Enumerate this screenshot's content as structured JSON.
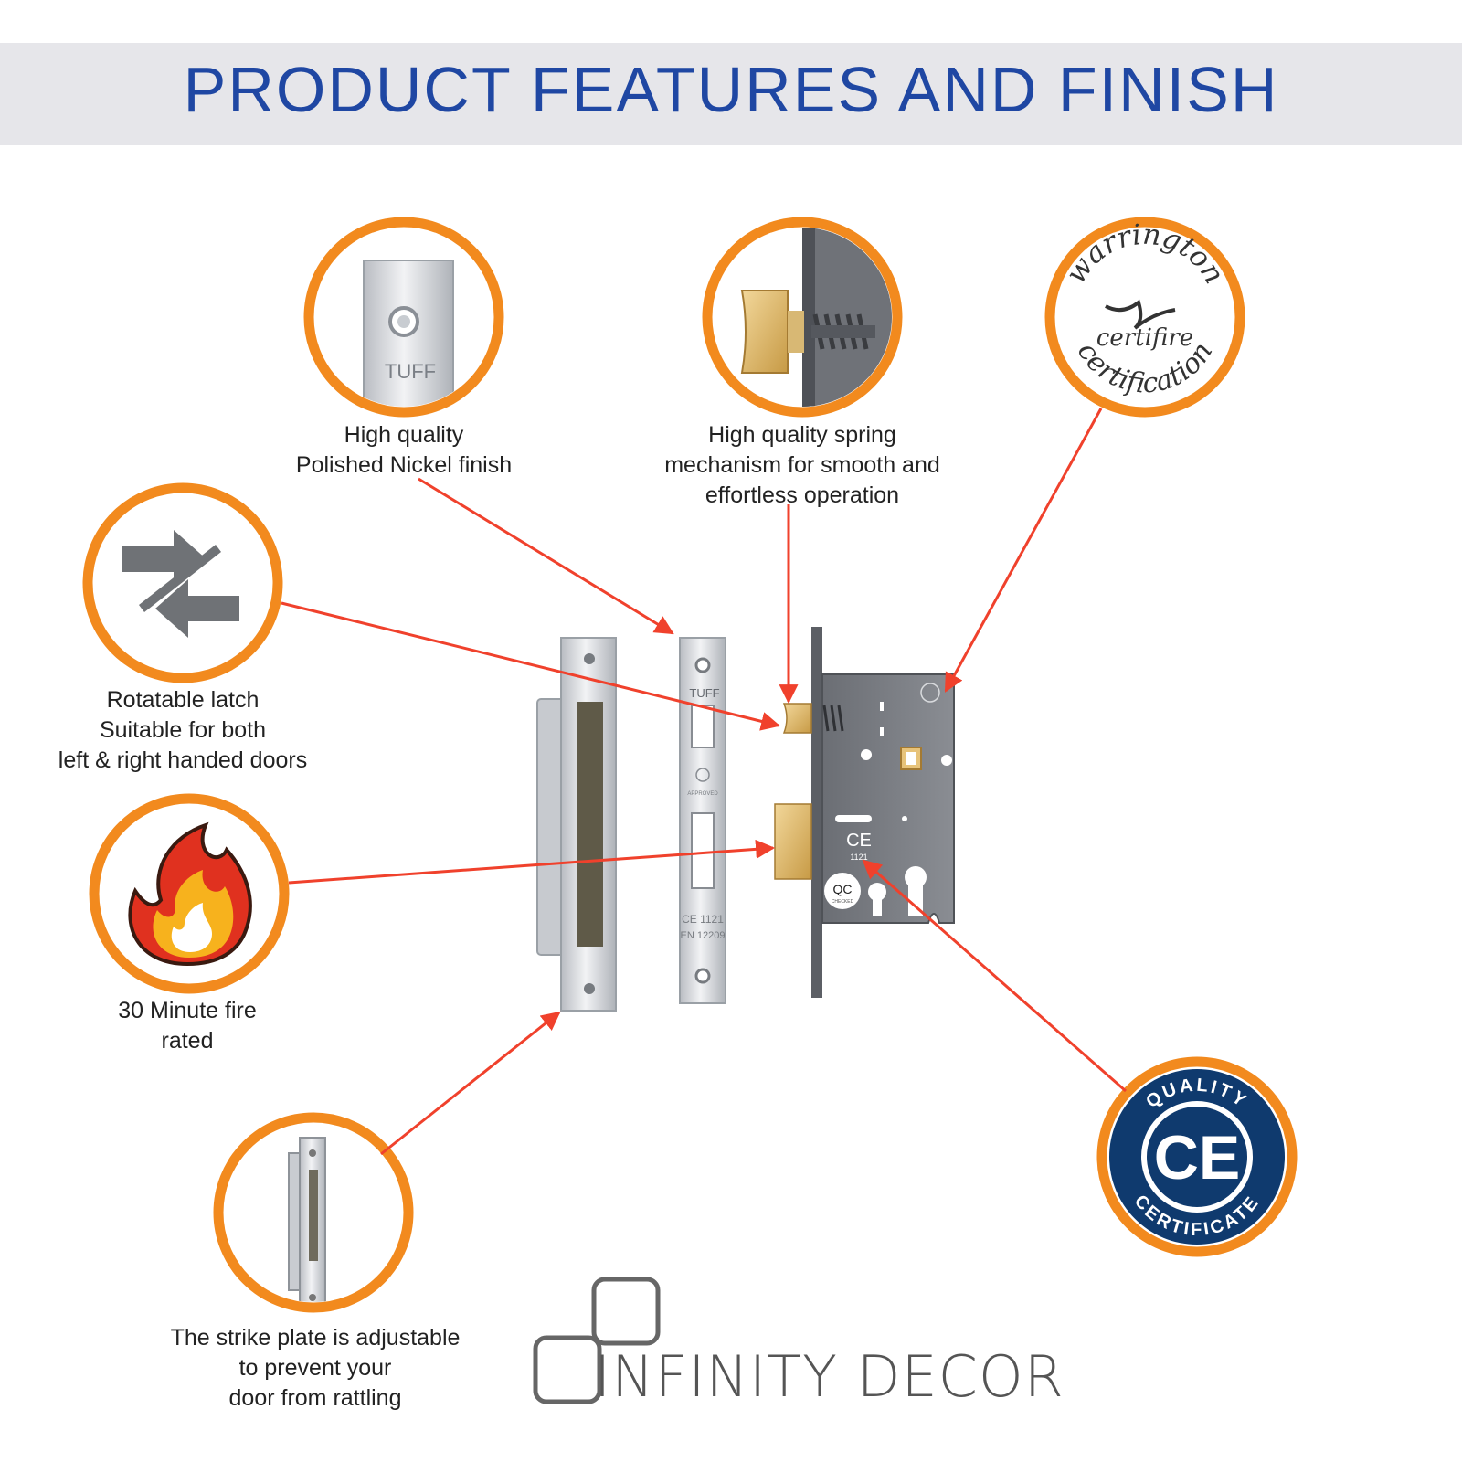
{
  "header": {
    "title": "PRODUCT FEATURES AND FINISH"
  },
  "features": {
    "finish": {
      "lines": [
        "High quality",
        "Polished Nickel finish"
      ],
      "icon": "strike-plate-icon",
      "plate_mark": "TUFF"
    },
    "spring": {
      "lines": [
        "High quality spring",
        "mechanism for smooth and",
        "effortless operation"
      ],
      "icon": "spring-latch-icon"
    },
    "certifire": {
      "icon": "warrington-certifire-logo",
      "arc_top": "warrington",
      "middle": "certifire",
      "arc_bottom": "certification"
    },
    "latch": {
      "lines": [
        "Rotatable latch",
        "Suitable for both",
        "left & right handed doors"
      ],
      "icon": "reverse-arrows-icon"
    },
    "fire": {
      "lines": [
        "30 Minute fire",
        "rated"
      ],
      "icon": "fire-icon"
    },
    "strike": {
      "lines": [
        "The strike plate is adjustable",
        "to prevent your",
        "door from rattling"
      ],
      "icon": "adjustable-strike-icon"
    },
    "ce": {
      "icon": "ce-quality-badge",
      "arc_top": "QUALITY",
      "mark": "CE",
      "arc_bottom": "CERTIFICATE"
    }
  },
  "product_marks": {
    "plate_brand": "TUFF",
    "plate_ce": "CE 1121",
    "plate_standard": "EN 12209",
    "plate_approved": "APPROVED",
    "lock_ce": "CE",
    "lock_ce_number": "1121",
    "qc": "QC",
    "qc_sub": "CHECKED"
  },
  "brand": {
    "name": "INFINITY DECOR"
  },
  "colors": {
    "accent_orange": "#f28a1e",
    "arrow_red": "#f0412c",
    "title_blue": "#1f47a3",
    "badge_navy": "#0f3a6e"
  }
}
